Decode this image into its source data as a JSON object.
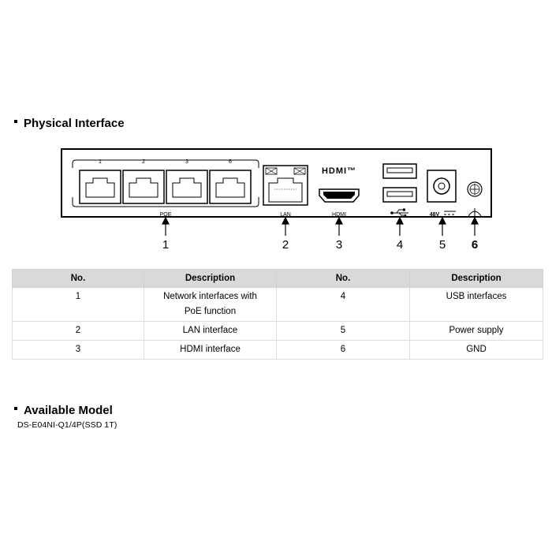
{
  "physical_interface": {
    "title": "Physical Interface"
  },
  "device_labels": {
    "port_numbers": [
      "1",
      "2",
      "3",
      "6"
    ],
    "poe": "POE",
    "lan": "LAN",
    "hdmi_logo": "HDMI™",
    "hdmi_port": "HDMI",
    "usb_icon": "usb-icon",
    "power": "48V",
    "ground_icon": "ground-icon"
  },
  "callouts": [
    "1",
    "2",
    "3",
    "4",
    "5",
    "6"
  ],
  "table": {
    "headers": [
      "No.",
      "Description",
      "No.",
      "Description"
    ],
    "rows": [
      [
        "1",
        "Network interfaces with PoE function",
        "4",
        "USB interfaces"
      ],
      [
        "2",
        "LAN interface",
        "5",
        "Power supply"
      ],
      [
        "3",
        "HDMI interface",
        "6",
        "GND"
      ]
    ]
  },
  "available_model": {
    "title": "Available Model",
    "model": "DS-E04NI-Q1/4P(SSD 1T)"
  }
}
